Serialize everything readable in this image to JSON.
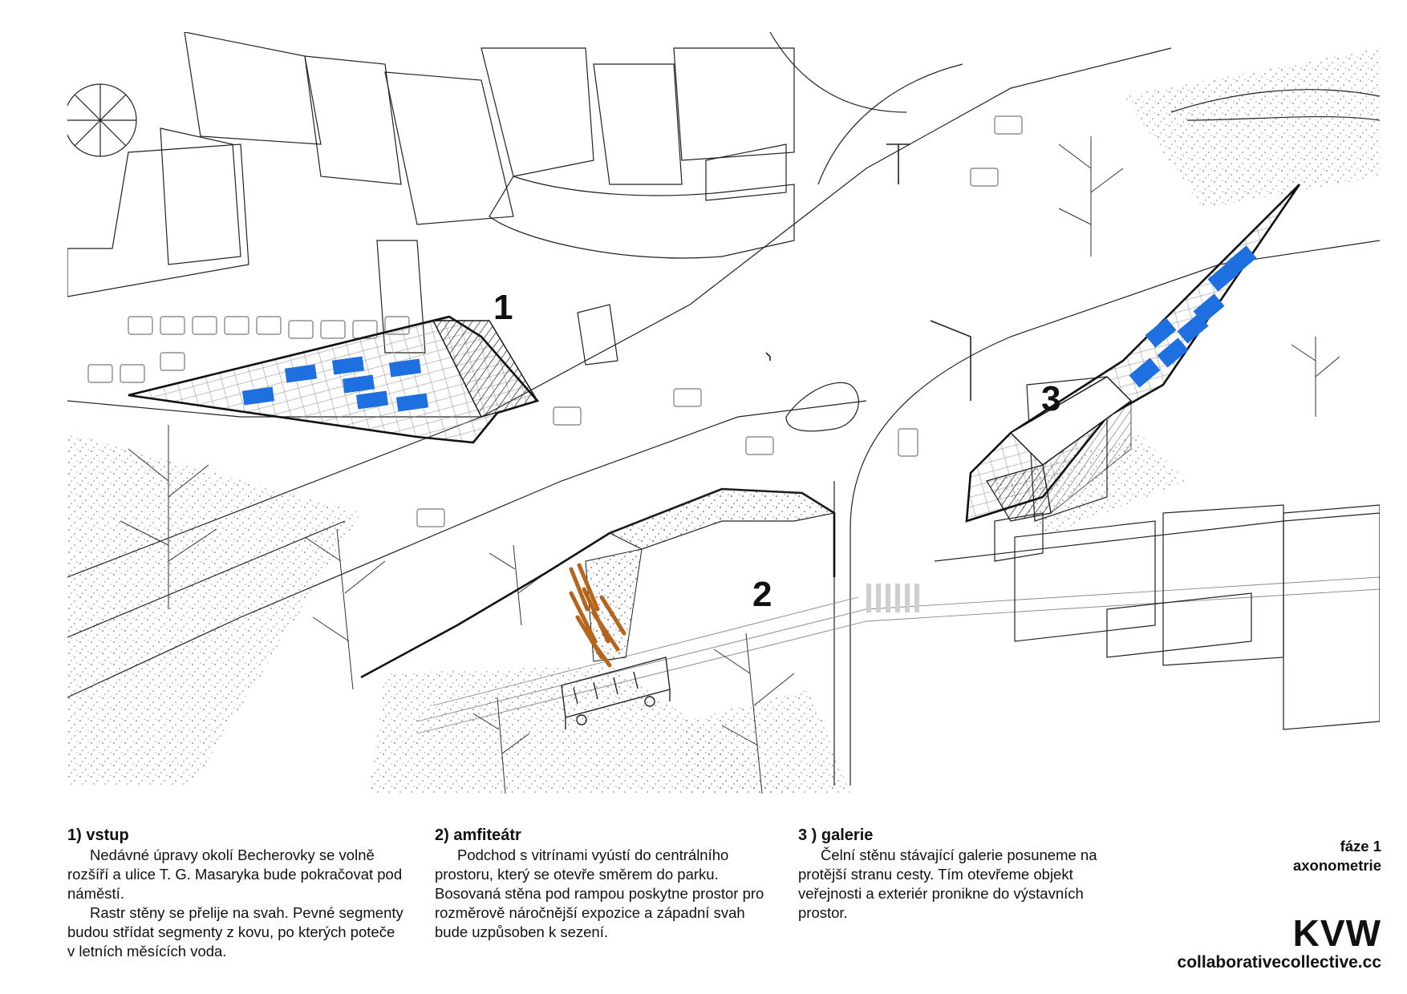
{
  "drawing": {
    "markers": [
      "1",
      "2",
      "3"
    ],
    "colors": {
      "glass": "#1e6fe0",
      "steel": "#b5651d",
      "line": "#111111"
    }
  },
  "sections": [
    {
      "heading": "1) vstup",
      "paragraphs": [
        "Nedávné úpravy okolí Becherovky se volně rozšíří a ulice T. G. Masaryka bude pokračovat pod náměstí.",
        "Rastr stěny se přelije na svah. Pevné segmenty budou střídat segmenty z kovu, po kterých poteče v letních měsících voda."
      ]
    },
    {
      "heading": "2) amfiteátr",
      "paragraphs": [
        "Podchod s vitrínami vyústí do centrálního prostoru, který se otevře směrem do parku. Bosovaná stěna pod rampou poskytne prostor pro rozměrově náročnější expozice a západní svah bude uzpůsoben k sezení."
      ]
    },
    {
      "heading": "3 ) galerie",
      "paragraphs": [
        "Čelní stěnu stávající galerie posuneme na protější stranu cesty. Tím otevřeme objekt veřejnosti a exteriér pronikne do výstavních prostor."
      ]
    }
  ],
  "meta": {
    "phase": "fáze 1",
    "view": "axonometrie"
  },
  "brand": {
    "logo": "KVW",
    "website": "collaborativecollective.cc"
  }
}
